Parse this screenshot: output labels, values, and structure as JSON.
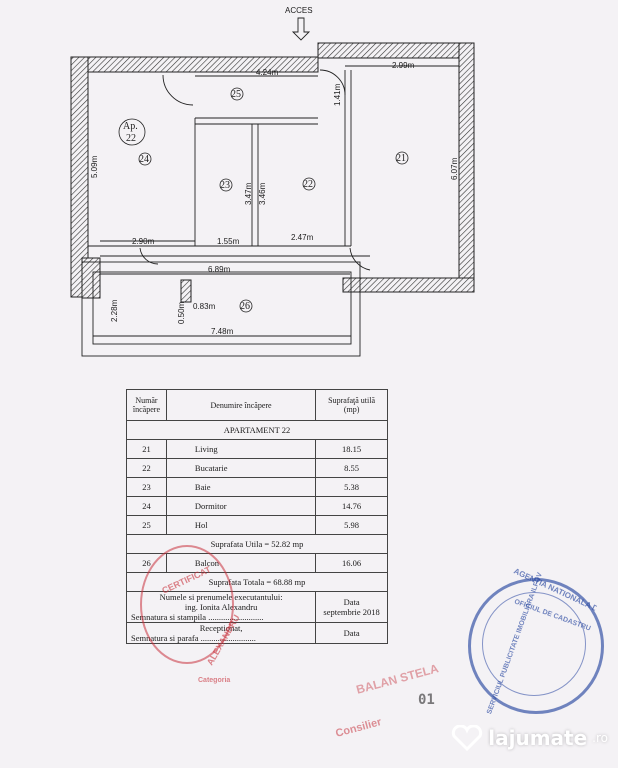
{
  "plan": {
    "entrance": "ACCES",
    "unit_label": [
      "Ap.",
      "22"
    ],
    "dimensions": [
      "4.24m",
      "2.99m",
      "1.41m",
      "5.09m",
      "3.47m",
      "3.46m",
      "6.07m",
      "2.90m",
      "1.55m",
      "2.47m",
      "6.89m",
      "2.28m",
      "0.50m",
      "0.83m",
      "7.48m"
    ],
    "room_numbers": [
      "25",
      "24",
      "23",
      "22",
      "21",
      "26"
    ]
  },
  "table": {
    "headers": {
      "number": "Număr încăpere",
      "name": "Denumire încăpere",
      "area": "Suprafaţă utilă (mp)"
    },
    "apartment": "APARTAMENT 22",
    "rows": [
      {
        "nr": "21",
        "name": "Living",
        "area": "18.15"
      },
      {
        "nr": "22",
        "name": "Bucatarie",
        "area": "8.55"
      },
      {
        "nr": "23",
        "name": "Baie",
        "area": "5.38"
      },
      {
        "nr": "24",
        "name": "Dormitor",
        "area": "14.76"
      },
      {
        "nr": "25",
        "name": "Hol",
        "area": "5.98"
      }
    ],
    "useful_area": "Suprafata Utila = 52.82 mp",
    "balcony": {
      "nr": "26",
      "name": "Balcon",
      "area": "16.06"
    },
    "total_area": "Suprafata Totala = 68.88 mp",
    "executor_label": "Numele si prenumele executantului:",
    "executor_name": "ing. Ionita Alexandru",
    "signature_label": "Semnatura si stampila",
    "signature_line": "..........................",
    "date_label": "Data",
    "date_value": "septembrie 2018",
    "reception_label": "Receptionat,",
    "signature_seal_label": "Semnatura si parafa",
    "signature_seal_line": "..........................",
    "date_label_2": "Data"
  },
  "stamps": {
    "red": [
      "CERTIFICAT",
      "ALEXANDRU",
      "Categoria"
    ],
    "blue": [
      "AGENTIA NATIONALA DE CADASTRU",
      "OFICIUL DE CADASTRU",
      "SERVICIUL PUBLICITATE IMOBILIARA ILFOV"
    ],
    "name": "BALAN STELA",
    "role": "Consilier",
    "number": "01"
  },
  "watermark": {
    "brand": "lajumate",
    "domain": ".ro"
  }
}
